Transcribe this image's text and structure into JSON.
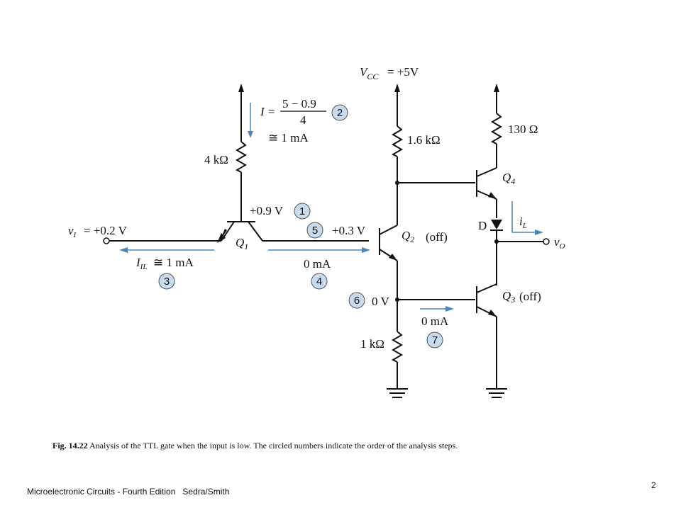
{
  "diagram": {
    "vcc_label": "V",
    "vcc_sub": "CC",
    "vcc_value": "= +5V",
    "r_q1": "4 kΩ",
    "r_q2c": "1.6 kΩ",
    "r_q4c": "130 Ω",
    "r_q2e": "1 kΩ",
    "current_eq_prefix": "I =",
    "current_num": "5 − 0.9",
    "current_den": "4",
    "current_approx": "≅ 1 mA",
    "vi_label": "v",
    "vi_sub": "I",
    "vi_value": "= +0.2 V",
    "q1_base_v": "+0.9 V",
    "q2_base_v": "+0.3 V",
    "q2_emitter_v": "0 V",
    "iil_label": "I",
    "iil_sub": "IL",
    "iil_value": "≅ 1 mA",
    "base_current": "0 mA",
    "emitter_current": "0 mA",
    "q1": "Q",
    "q1_sub": "1",
    "q2": "Q",
    "q2_sub": "2",
    "q3": "Q",
    "q3_sub": "3",
    "q4": "Q",
    "q4_sub": "4",
    "q2_state": "(off)",
    "q3_state": "(off)",
    "diode": "D",
    "il": "i",
    "il_sub": "L",
    "vo": "v",
    "vo_sub": "O",
    "steps": [
      "1",
      "2",
      "3",
      "4",
      "5",
      "6",
      "7"
    ]
  },
  "caption": {
    "fig": "Fig. 14.22",
    "text": " Analysis of the TTL gate when the input is low.  The circled numbers indicate the order of the analysis steps."
  },
  "footer": {
    "book": "Microelectronic Circuits - Fourth Edition",
    "authors": "Sedra/Smith",
    "page": "2"
  }
}
